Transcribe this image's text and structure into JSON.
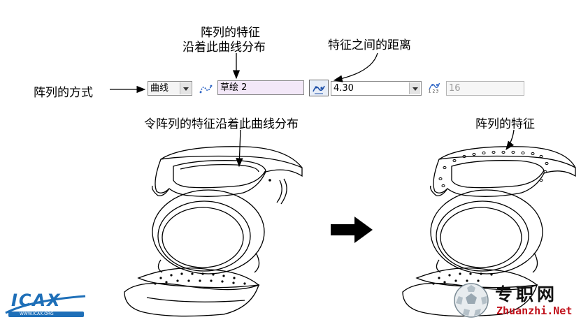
{
  "annotations": {
    "feature_path_line1": "阵列的特征",
    "feature_path_line2": "沿着此曲线分布",
    "spacing": "特征之间的距离",
    "method": "阵列的方式",
    "instruction": "令阵列的特征沿着此曲线分布",
    "result": "阵列的特征"
  },
  "toolbar": {
    "method_value": "曲线",
    "curve_value": "草绘 2",
    "distance_value": "4.30",
    "count_value": "16",
    "icons": [
      "curve-sketch-icon",
      "spacing-icon",
      "count-icon"
    ]
  },
  "logos": {
    "icax_text": "ICAX",
    "icax_url": "WWW.ICAX.ORG",
    "site_cn": "专职网",
    "site_en": "Zhuanzhi.Net"
  },
  "colors": {
    "curve_field_bg": "#f3e8f8",
    "disabled_text": "#9a9a9a",
    "logo_blue": "#1e6fb8",
    "site_red": "#c0101a"
  }
}
